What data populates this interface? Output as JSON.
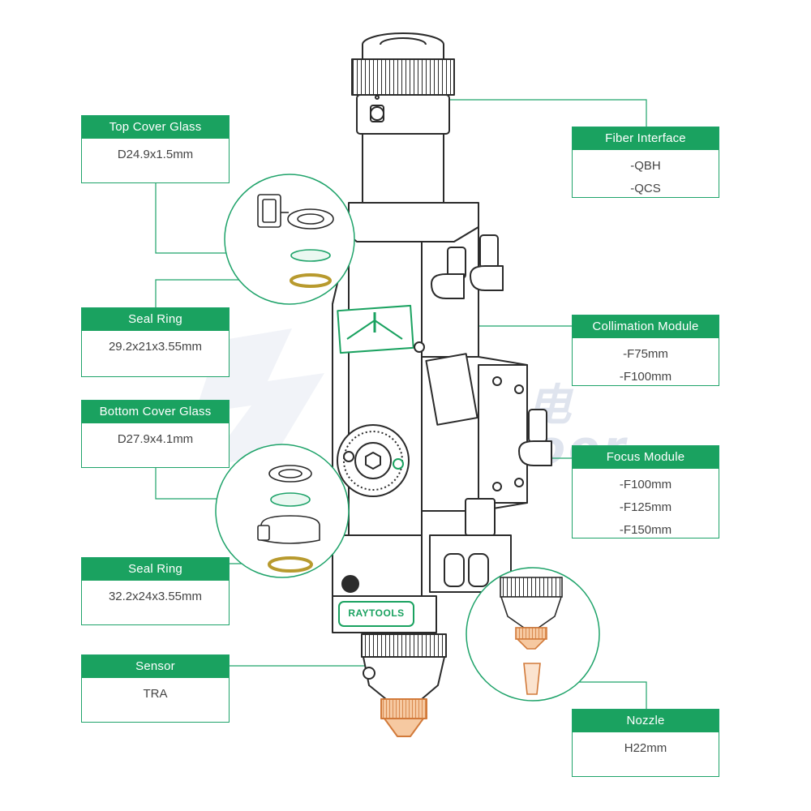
{
  "watermark": {
    "cn": "锐驰机电",
    "en": "Raytoor"
  },
  "product": {
    "brand_plate": "RAYTOOLS"
  },
  "labels": {
    "top_cover_glass": {
      "title": "Top Cover Glass",
      "lines": [
        "D24.9x1.5mm"
      ]
    },
    "seal_ring_top": {
      "title": "Seal Ring",
      "lines": [
        "29.2x21x3.55mm"
      ]
    },
    "bottom_cover_glass": {
      "title": "Bottom Cover Glass",
      "lines": [
        "D27.9x4.1mm"
      ]
    },
    "seal_ring_bottom": {
      "title": "Seal Ring",
      "lines": [
        "32.2x24x3.55mm"
      ]
    },
    "sensor": {
      "title": "Sensor",
      "lines": [
        "TRA"
      ]
    },
    "fiber_interface": {
      "title": "Fiber Interface",
      "lines": [
        "-QBH",
        "-QCS"
      ]
    },
    "collimation_module": {
      "title": "Collimation Module",
      "lines": [
        "-F75mm",
        "-F100mm"
      ]
    },
    "focus_module": {
      "title": "Focus Module",
      "lines": [
        "-F100mm",
        "-F125mm",
        "-F150mm"
      ]
    },
    "nozzle": {
      "title": "Nozzle",
      "lines": [
        "H22mm"
      ]
    }
  },
  "colors": {
    "accent": "#1aa260",
    "line": "#1fa36a",
    "outline": "#2b2b2b",
    "copper": "#e08a4a",
    "gold": "#d4b24a"
  }
}
